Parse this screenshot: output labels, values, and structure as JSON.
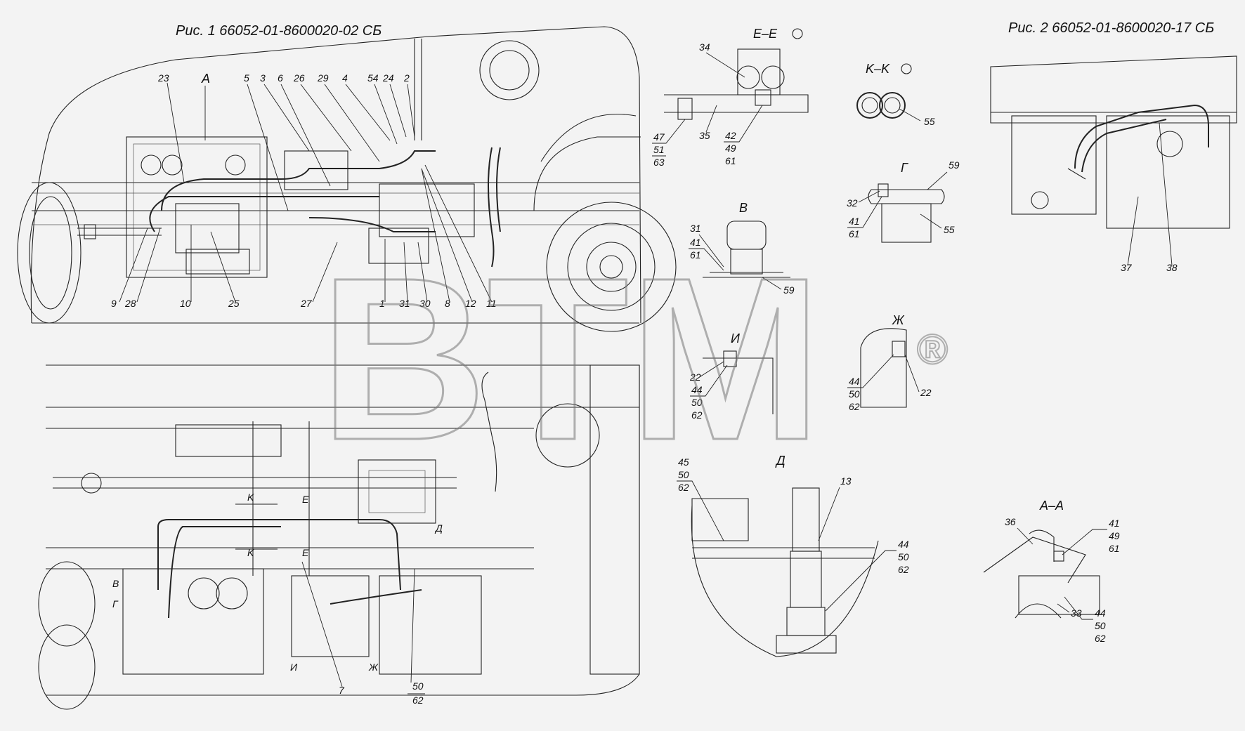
{
  "figure1_title": "Рис. 1   66052-01-8600020-02 СБ",
  "figure2_title": "Рис. 2   66052-01-8600020-17 СБ",
  "watermark": "BTM",
  "watermark_mark": "®",
  "sections": {
    "A": "A",
    "EE": "E–E",
    "KK": "K–K",
    "G": "Г",
    "V": "В",
    "I": "И",
    "ZH": "Ж",
    "D": "Д",
    "AA": "A–A"
  },
  "callouts_fig1_top": [
    "23",
    "5",
    "3",
    "6",
    "26",
    "29",
    "4",
    "54",
    "24",
    "2",
    "9",
    "28",
    "10",
    "25",
    "27",
    "1",
    "31",
    "30",
    "8",
    "12",
    "11"
  ],
  "callouts_ee": [
    "34",
    "47",
    "51",
    "63",
    "35",
    "42",
    "49",
    "61"
  ],
  "callouts_kk": [
    "55"
  ],
  "callouts_g": [
    "59",
    "32",
    "41",
    "61",
    "55"
  ],
  "callouts_v": [
    "31",
    "41",
    "61",
    "59"
  ],
  "callouts_i": [
    "22",
    "44",
    "50",
    "62"
  ],
  "callouts_zh": [
    "44",
    "50",
    "62",
    "22"
  ],
  "callouts_d": [
    "45",
    "50",
    "62",
    "13",
    "44",
    "50",
    "62"
  ],
  "callouts_aa": [
    "36",
    "41",
    "49",
    "61",
    "33",
    "44",
    "50",
    "62"
  ],
  "callouts_fig2": [
    "37",
    "38"
  ],
  "callouts_bottom": [
    "7",
    "50",
    "62"
  ],
  "small_marks": {
    "K": "K",
    "E": "E",
    "V": "В",
    "G": "Г",
    "I": "И",
    "ZH": "Ж",
    "D": "Д"
  }
}
